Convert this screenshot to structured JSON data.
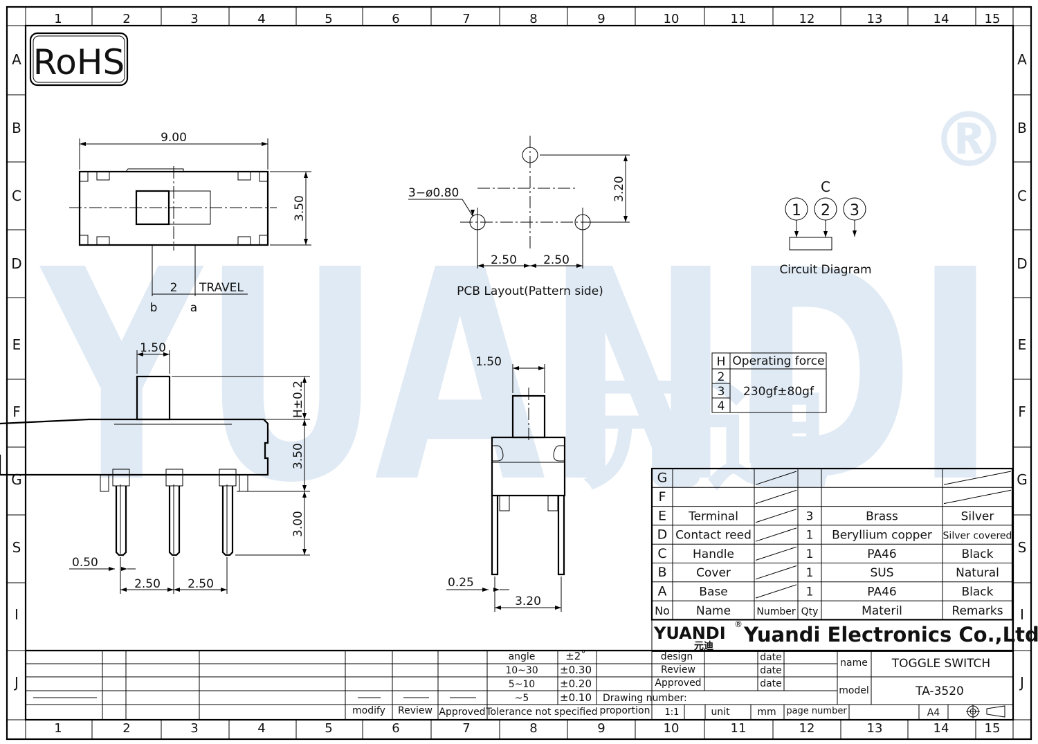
{
  "logo": "RoHS",
  "watermark": {
    "text": "YUANDI",
    "cjk": "元迪",
    "registered": "®"
  },
  "grid": {
    "columns": [
      "1",
      "2",
      "3",
      "4",
      "5",
      "6",
      "7",
      "8",
      "9",
      "10",
      "11",
      "12",
      "13",
      "14",
      "15"
    ],
    "rows": [
      "A",
      "B",
      "C",
      "D",
      "E",
      "F",
      "G",
      "S",
      "I",
      "J"
    ]
  },
  "top_view": {
    "width": "9.00",
    "height": "3.50",
    "travel": "2",
    "travel_label": "TRAVEL",
    "pos_b": "b",
    "pos_a": "a"
  },
  "pcb": {
    "holes": "3−ø0.80",
    "height": "3.20",
    "pitch_left": "2.50",
    "pitch_right": "2.50",
    "caption": "PCB  Layout(Pattern  side)"
  },
  "circuit": {
    "common": "C",
    "pins": [
      "1",
      "2",
      "3"
    ],
    "caption": "Circuit  Diagram"
  },
  "front_view": {
    "handle": "1.50",
    "handle_h": "H±0.2",
    "body": "3.50",
    "pin_len": "3.00",
    "pin_w": "0.50",
    "pitch_left": "2.50",
    "pitch_right": "2.50"
  },
  "side_view": {
    "handle": "1.50",
    "pin_t": "0.25",
    "width": "3.20"
  },
  "force_table": {
    "header_key": "H",
    "header_label": "Operating force",
    "keys": [
      "2",
      "3",
      "4"
    ],
    "value": "230gf±80gf"
  },
  "bom": {
    "rows": [
      {
        "key": "G",
        "name": "",
        "number": "",
        "qty": "",
        "material": "",
        "remarks": ""
      },
      {
        "key": "F",
        "name": "",
        "number": "",
        "qty": "",
        "material": "",
        "remarks": ""
      },
      {
        "key": "E",
        "name": "Terminal",
        "number": "",
        "qty": "3",
        "material": "Brass",
        "remarks": "Silver"
      },
      {
        "key": "D",
        "name": "Contact reed",
        "number": "",
        "qty": "1",
        "material": "Beryllium copper",
        "remarks": "Silver covered"
      },
      {
        "key": "C",
        "name": "Handle",
        "number": "",
        "qty": "1",
        "material": "PA46",
        "remarks": "Black"
      },
      {
        "key": "B",
        "name": "Cover",
        "number": "",
        "qty": "1",
        "material": "SUS",
        "remarks": "Natural"
      },
      {
        "key": "A",
        "name": "Base",
        "number": "",
        "qty": "1",
        "material": "PA46",
        "remarks": "Black"
      }
    ],
    "header": {
      "no": "No",
      "name": "Name",
      "number": "Number",
      "qty": "Qty",
      "material": "Materil",
      "remarks": "Remarks"
    }
  },
  "company": {
    "brand": "YUANDI",
    "brand_cjk": "元迪",
    "registered": "®",
    "name": "Yuandi Electronics Co.,Ltd"
  },
  "title_block": {
    "design": "design",
    "review": "Review",
    "approved": "Approved",
    "date": "date",
    "name_label": "name",
    "name_value": "TOGGLE SWITCH",
    "model_label": "model",
    "model_value": "TA-3520",
    "drawing_number": "Drawing number:",
    "proportion": "proportion",
    "scale": "1:1",
    "unit": "unit",
    "unit_value": "mm",
    "page_number": "page number",
    "paper": "A4"
  },
  "tolerance": {
    "rows": [
      [
        "angle",
        "±2˚"
      ],
      [
        "10~30",
        "±0.30"
      ],
      [
        "5~10",
        "±0.20"
      ],
      [
        "~5",
        "±0.10"
      ]
    ],
    "footer": "Tolerance not specified"
  },
  "revision": {
    "modify": "modify",
    "review": "Review",
    "approved": "Approved"
  }
}
